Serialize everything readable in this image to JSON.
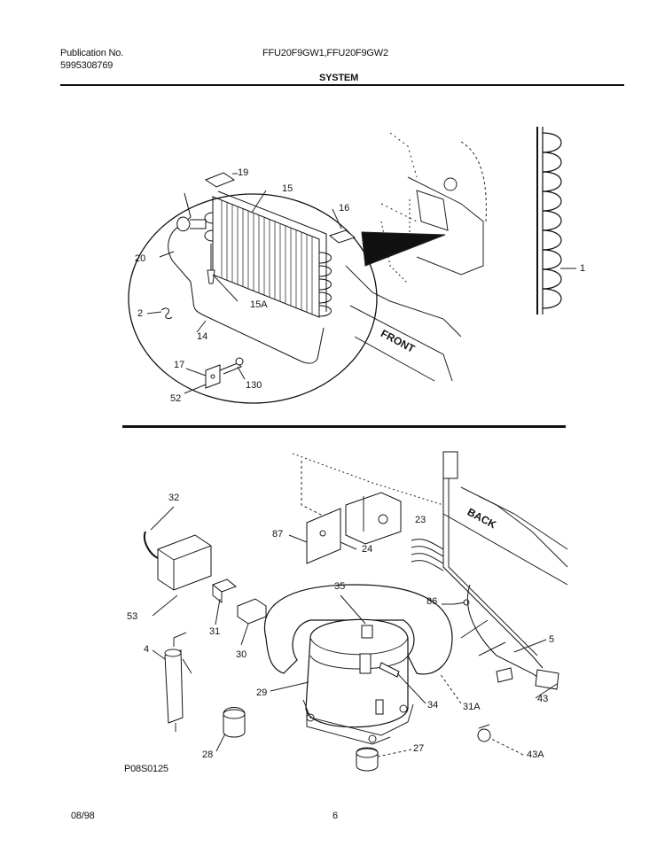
{
  "header": {
    "publication_label": "Publication No.",
    "publication_number": "5995308769",
    "models": "FFU20F9GW1,FFU20F9GW2",
    "section_title": "SYSTEM"
  },
  "diagram": {
    "front_label": "FRONT",
    "back_label": "BACK",
    "figure_code": "P08S0125",
    "callouts_top": [
      "19",
      "15",
      "16",
      "20",
      "2",
      "15A",
      "14",
      "17",
      "130",
      "52",
      "1"
    ],
    "callouts_bottom": [
      "32",
      "87",
      "24",
      "23",
      "53",
      "31",
      "35",
      "86",
      "30",
      "5",
      "4",
      "29",
      "34",
      "31A",
      "43",
      "28",
      "27",
      "43A"
    ]
  },
  "footer": {
    "date": "08/98",
    "page": "6"
  }
}
